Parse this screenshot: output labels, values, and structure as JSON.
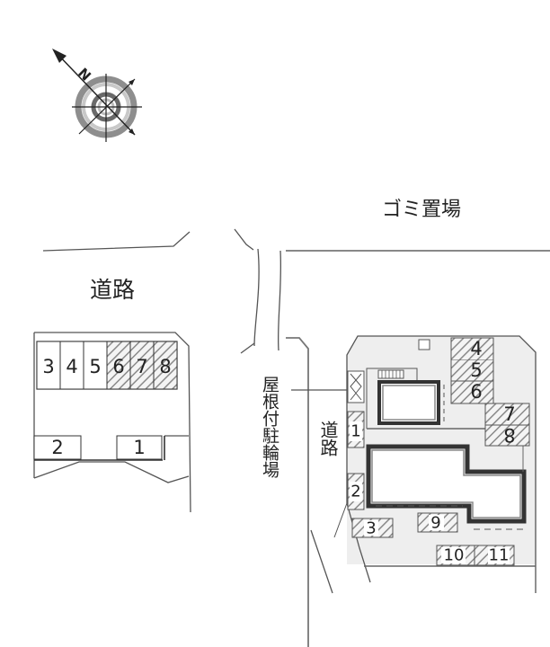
{
  "compass": {
    "north_label": "N",
    "icon": "compass-rose-icon"
  },
  "labels": {
    "garbage_area": "ゴミ置場",
    "road_main": "道路",
    "road_side": "道路",
    "covered_bicycle_parking": "屋根付駐輪場"
  },
  "left_lot": {
    "spaces_top": [
      {
        "number": "3",
        "reserved": false
      },
      {
        "number": "4",
        "reserved": false
      },
      {
        "number": "5",
        "reserved": false
      },
      {
        "number": "6",
        "reserved": true
      },
      {
        "number": "7",
        "reserved": true
      },
      {
        "number": "8",
        "reserved": true
      }
    ],
    "spaces_bottom": [
      {
        "number": "2",
        "reserved": false
      },
      {
        "number": "1",
        "reserved": false
      }
    ]
  },
  "right_lot": {
    "spaces": [
      {
        "number": "4",
        "reserved": true
      },
      {
        "number": "5",
        "reserved": true
      },
      {
        "number": "6",
        "reserved": true
      },
      {
        "number": "7",
        "reserved": true
      },
      {
        "number": "8",
        "reserved": true
      },
      {
        "number": "1",
        "reserved": true
      },
      {
        "number": "2",
        "reserved": true
      },
      {
        "number": "3",
        "reserved": true
      },
      {
        "number": "9",
        "reserved": true
      },
      {
        "number": "10",
        "reserved": true
      },
      {
        "number": "11",
        "reserved": true
      }
    ],
    "bicycle_shelter_mark": "X"
  },
  "colors": {
    "line": "#555555",
    "site_fill": "#eeeeee",
    "hatch": "#888888",
    "building_outline": "#333333"
  }
}
